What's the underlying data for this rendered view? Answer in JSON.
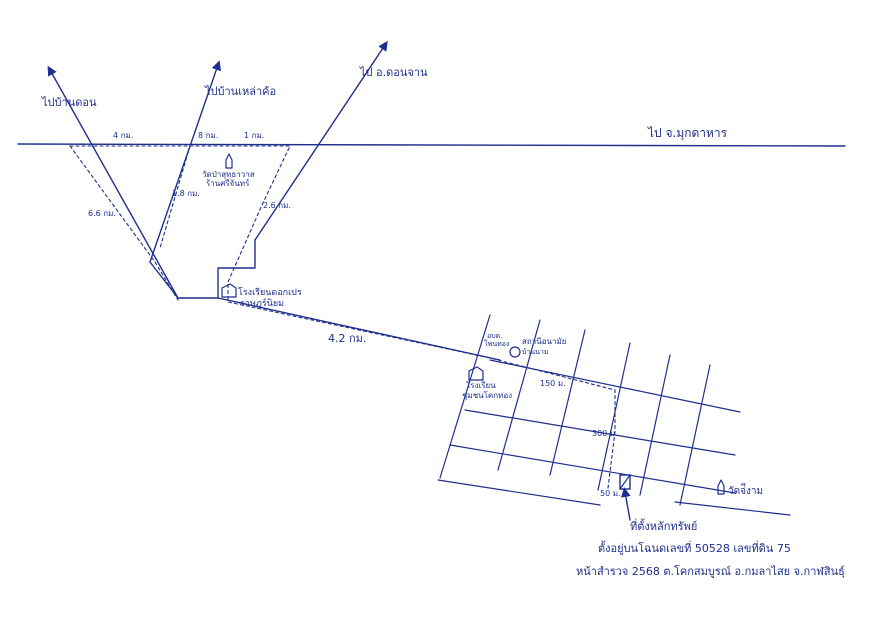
{
  "colors": {
    "ink": "#1f2f8c",
    "paper": "#ffffff"
  },
  "labels": {
    "to_1": "ไปบ้านดอน",
    "to_2": "ไปบ้านเหล่าค้อ",
    "to_3": "ไป อ.ดอนจาน",
    "to_mukdahan": "ไป จ.มุกดาหาร",
    "dist_4km": "4 กม.",
    "dist_8km": "8 กม.",
    "dist_1km_top": "1 กม.",
    "dist_66km": "6.6 กม.",
    "dist_18km": "1.8 กม.",
    "dist_26km": "2.6 กม.",
    "dist_42km": "4.2 กม.",
    "temple_top": "วัดป่าสุทธาวาส",
    "temple_top_2": "ร้านศรีจันทร์",
    "school_1": "โรงเรียนดอกเปร",
    "school_1b": "ราษฎร์นิยม",
    "health_1": "อบต.",
    "health_2": "โพนทอง",
    "health_3": "สถานีอนามัย",
    "health_4": "บ้านนาม",
    "school_2": "โรงเรียน",
    "school_2b": "ชุมชนโคกทอง",
    "dist_150m": "150 ม.",
    "dist_300m": "300 ม.",
    "dist_50m": "50 ม.",
    "temple_right": "วัดจ่ีงาม",
    "marker_title": "ที่ตั้งหลักทรัพย์",
    "address_1": "ตั้งอยู่บนโฉนดเลขที่ 50528  เลขที่ดิน 75",
    "address_2": "หน้าสำรวจ 2568  ต.โคกสมบูรณ์  อ.กมลาไสย จ.กาฬสินธุ์"
  }
}
